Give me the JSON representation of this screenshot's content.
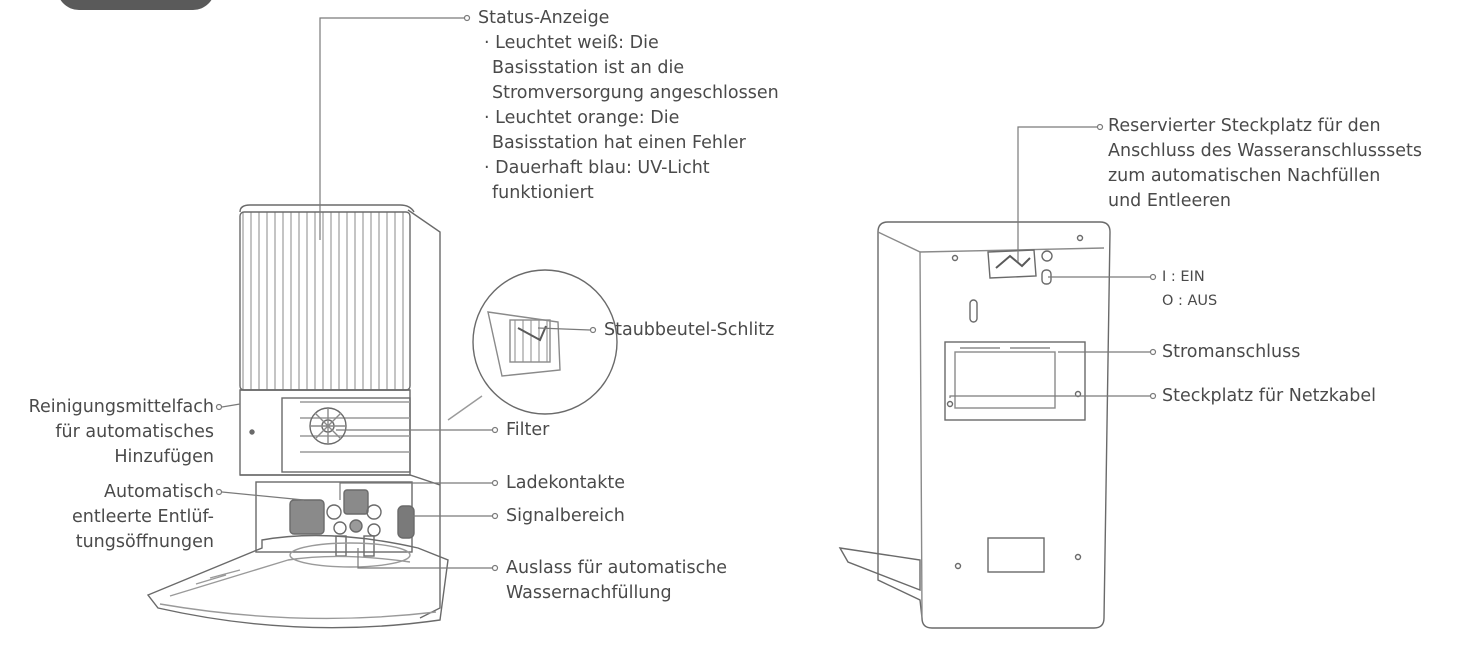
{
  "labels": {
    "status_title": "Status-Anzeige",
    "status_lines": [
      "· Leuchtet weiß: Die",
      "Basisstation ist an die",
      "Stromversorgung angeschlossen",
      "· Leuchtet orange: Die",
      "Basisstation hat einen Fehler",
      "· Dauerhaft blau: UV-Licht",
      "funktioniert"
    ],
    "dust_bag_slot": "Staubbeutel-Schlitz",
    "detergent_lines": [
      "Reinigungsmittelfach",
      "für automatisches",
      "Hinzufügen"
    ],
    "filter": "Filter",
    "charging_contacts": "Ladekontakte",
    "vent_lines": [
      "Automatisch",
      "entleerte Entlüf-",
      "tungsöffnungen"
    ],
    "signal_area": "Signalbereich",
    "water_outlet_lines": [
      "Auslass für automatische",
      "Wassernachfüllung"
    ],
    "reserved_slot_lines": [
      "Reservierter Steckplatz für den",
      "Anschluss des Wasseranschlusssets",
      "zum automatischen Nachfüllen",
      "und Entleeren"
    ],
    "switch_lines": [
      "I : EIN",
      "O : AUS"
    ],
    "power_port": "Stromanschluss",
    "cable_slot": "Steckplatz für Netzkabel"
  }
}
